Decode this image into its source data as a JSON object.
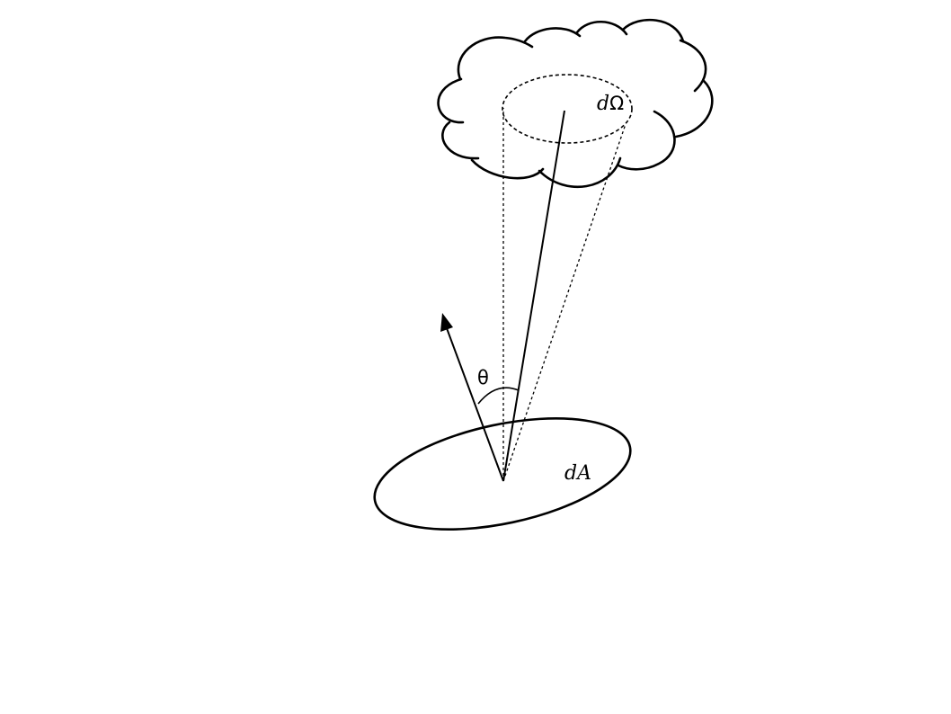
{
  "labels": {
    "solid_angle_d": "d",
    "solid_angle_omega": "Ω",
    "area": "dA",
    "angle": "θ"
  },
  "colors": {
    "ink": "#000000",
    "background": "#ffffff"
  }
}
